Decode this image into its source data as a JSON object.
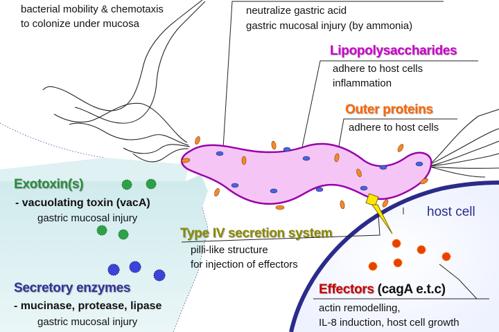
{
  "flagella": {
    "lines": [
      "bacterial mobility & chemotaxis",
      "to colonize under mucosa"
    ]
  },
  "urease": {
    "lines": [
      "neutralize gastric acid",
      "gastric mucosal injury (by ammonia)"
    ]
  },
  "lps": {
    "title": "Lipopolysaccharides",
    "lines": [
      "adhere to host cells",
      "inflammation"
    ]
  },
  "outer_proteins": {
    "title": "Outer proteins",
    "lines": [
      "adhere to host cells"
    ]
  },
  "exotoxins": {
    "title": "Exotoxin(s)",
    "item_dash": "- ",
    "item": "vacuolating toxin (vacA)",
    "desc": "gastric mucosal injury"
  },
  "type4": {
    "title": "Type IV secretion system",
    "lines": [
      "pilli-like structure",
      "for injection of effectors"
    ]
  },
  "secretory": {
    "title": "Secretory enzymes",
    "item_dash": "- ",
    "item": "mucinase, protease, lipase",
    "desc": "gastric mucosal injury"
  },
  "host_cell": {
    "label": "host cell"
  },
  "effectors": {
    "title": "Effectors",
    "suffix": " (cagA e.t.c)",
    "lines": [
      "actin remodelling,",
      "IL-8 induction, host cell growth"
    ]
  },
  "colors": {
    "lps_title": "#cc00cc",
    "outer_title": "#ff6600",
    "exotoxin_title": "#2e8b3e",
    "type4_title": "#8a8a00",
    "secretory_title": "#333399",
    "effectors_title": "#cc0000",
    "host_cell_border": "#2b2b8a",
    "host_cell_label": "#2b2b8a",
    "bacterium_fill": "#f5c6f5",
    "bacterium_outline": "#9900aa"
  }
}
